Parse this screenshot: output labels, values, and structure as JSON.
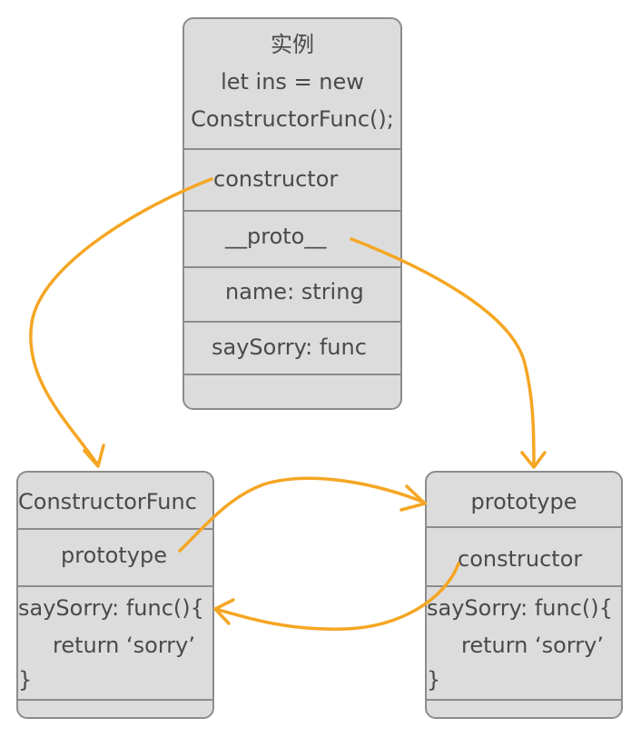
{
  "instance": {
    "title": "实例",
    "code_line1": "let ins = new",
    "code_line2": "ConstructorFunc();",
    "rows": [
      "constructor",
      "__proto__",
      "name: string",
      "saySorry: func"
    ]
  },
  "constructor_func": {
    "title": "ConstructorFunc",
    "prototype_label": "prototype",
    "method": [
      "saySorry: func(){",
      "return ‘sorry’",
      "}"
    ]
  },
  "prototype_obj": {
    "title": "prototype",
    "constructor_label": "constructor",
    "method": [
      "saySorry: func(){",
      "return ‘sorry’",
      "}"
    ]
  },
  "colors": {
    "arrow": "#f5a623",
    "box_fill": "#dcdcdc",
    "box_border": "#8c8c8c",
    "text": "#4a4a4a"
  }
}
